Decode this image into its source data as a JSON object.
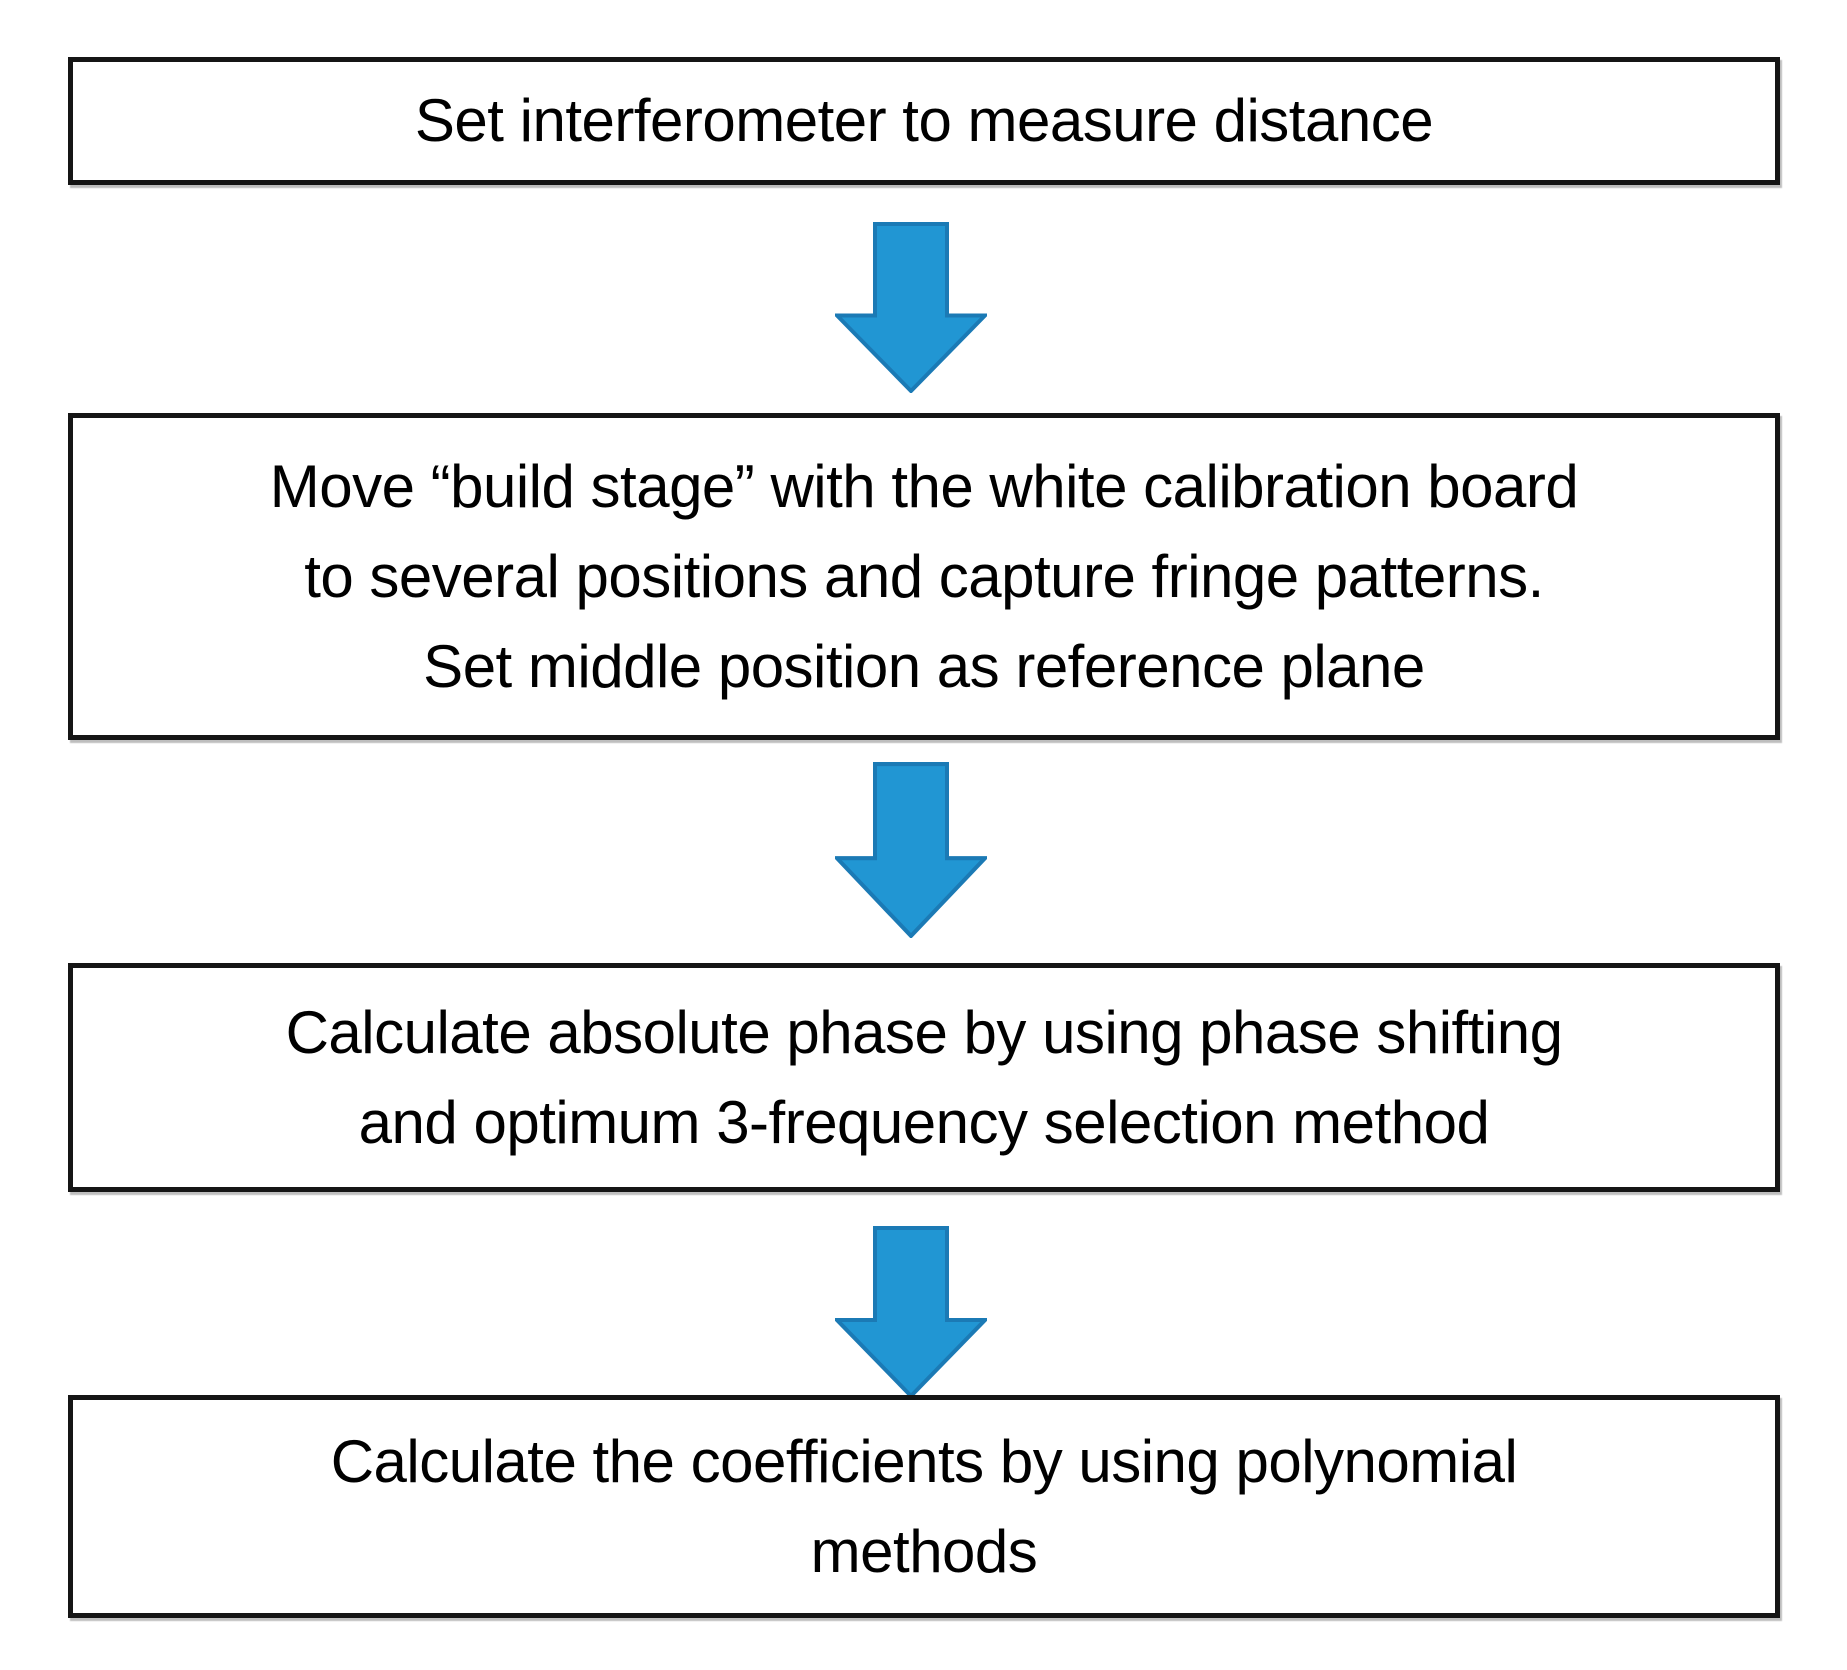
{
  "diagram": {
    "type": "flowchart",
    "direction": "top-down",
    "colors": {
      "background": "#ffffff",
      "box_fill": "#ffffff",
      "box_border": "#151515",
      "text": "#000000",
      "arrow_fill": "#2196D3",
      "arrow_border": "#1B7AB5"
    },
    "steps": [
      {
        "id": 1,
        "text": "Set interferometer to measure distance"
      },
      {
        "id": 2,
        "text": "Move “build stage” with the white calibration board\nto several positions and capture fringe patterns.\nSet middle position as reference plane"
      },
      {
        "id": 3,
        "text": "Calculate absolute phase by using phase shifting\nand optimum 3-frequency selection method"
      },
      {
        "id": 4,
        "text": "Calculate the coefficients by using polynomial\nmethods"
      }
    ],
    "connectors": [
      {
        "from": 1,
        "to": 2,
        "icon": "down-arrow"
      },
      {
        "from": 2,
        "to": 3,
        "icon": "down-arrow"
      },
      {
        "from": 3,
        "to": 4,
        "icon": "down-arrow"
      }
    ]
  }
}
